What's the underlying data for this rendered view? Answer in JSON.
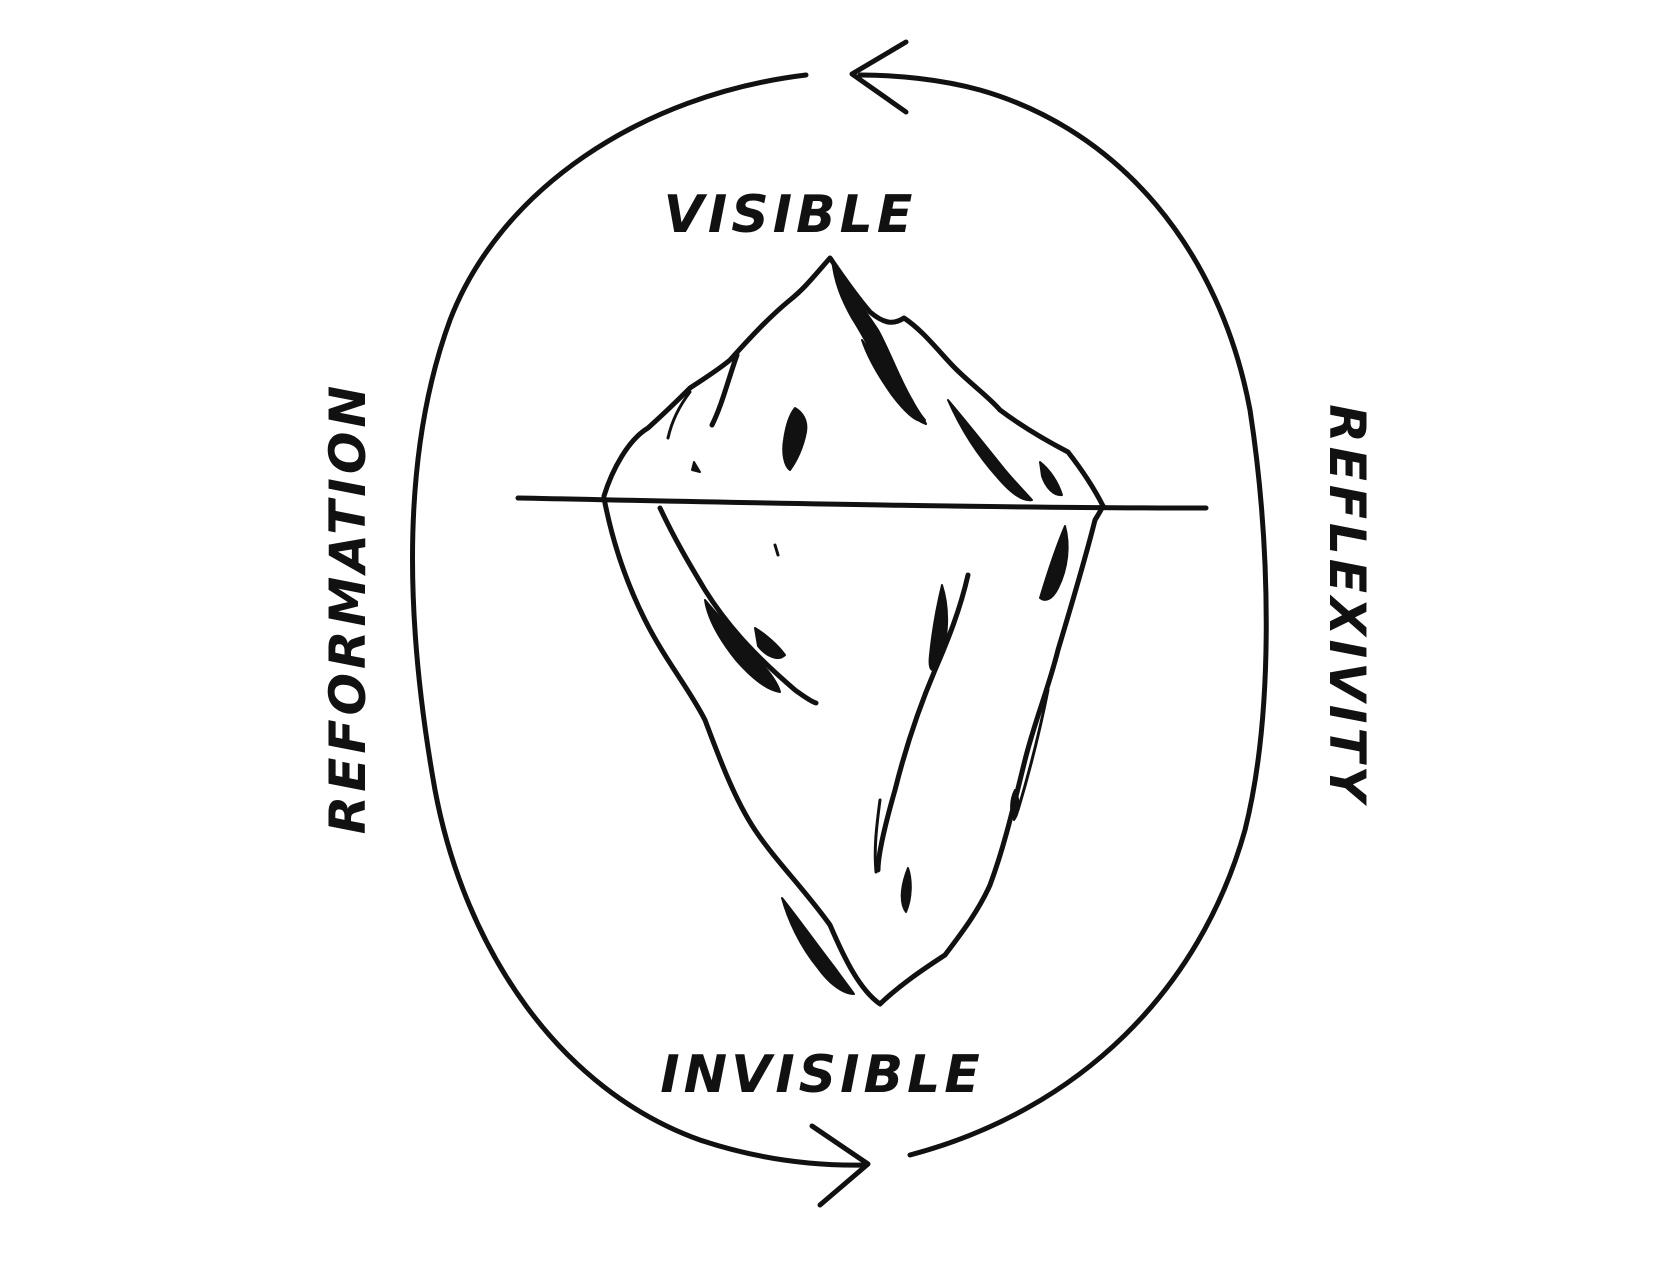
{
  "labels": {
    "top": "VISIBLE",
    "bottom": "INVISIBLE",
    "left": "REFORMATION",
    "right": "REFLEXIVITY"
  },
  "colors": {
    "ink": "#111111",
    "background": "#ffffff"
  },
  "icons": {
    "center": "iceberg-icon",
    "top_arrow": "arrow-left-icon",
    "bottom_arrow": "arrow-right-icon"
  }
}
